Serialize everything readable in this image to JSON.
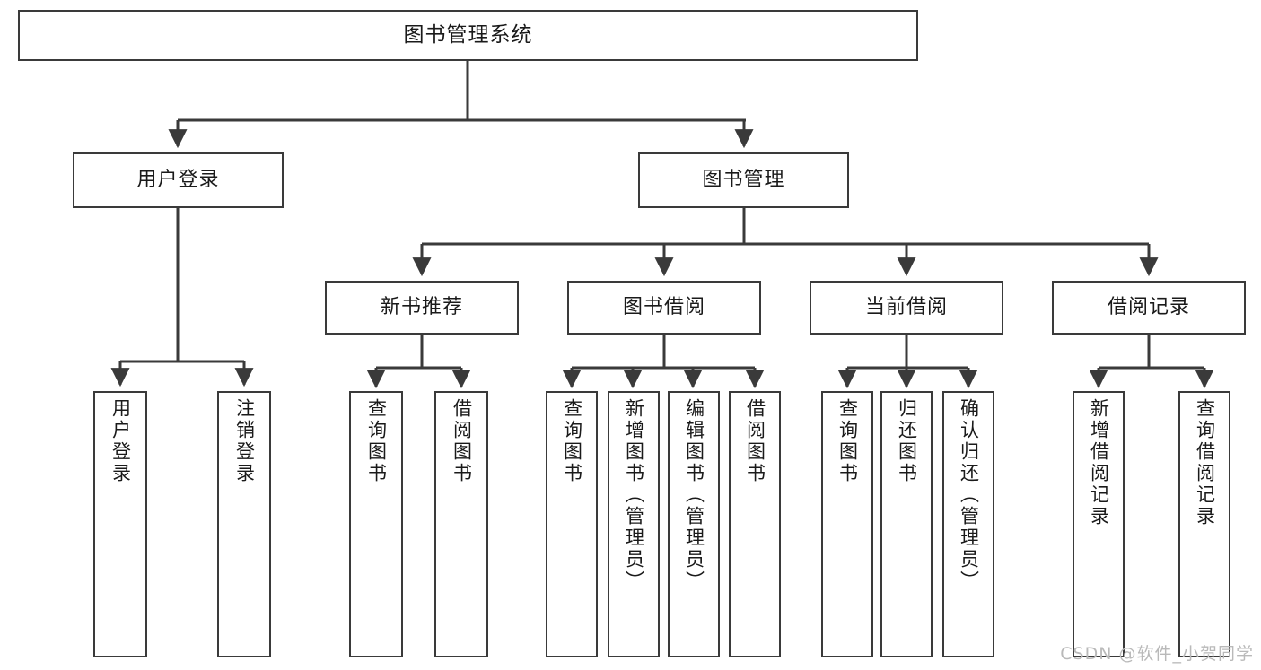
{
  "diagram": {
    "title": "图书管理系统",
    "type": "tree",
    "root": {
      "label": "图书管理系统"
    },
    "level2": [
      {
        "label": "用户登录"
      },
      {
        "label": "图书管理"
      }
    ],
    "level3": [
      {
        "label": "新书推荐"
      },
      {
        "label": "图书借阅"
      },
      {
        "label": "当前借阅"
      },
      {
        "label": "借阅记录"
      }
    ],
    "leaves": [
      {
        "label": "用户登录",
        "parent": "用户登录"
      },
      {
        "label": "注销登录",
        "parent": "用户登录"
      },
      {
        "label": "查询图书",
        "parent": "新书推荐"
      },
      {
        "label": "借阅图书",
        "parent": "新书推荐"
      },
      {
        "label": "查询图书",
        "parent": "图书借阅"
      },
      {
        "label": "新增图书（管理员）",
        "parent": "图书借阅"
      },
      {
        "label": "编辑图书（管理员）",
        "parent": "图书借阅"
      },
      {
        "label": "借阅图书",
        "parent": "图书借阅"
      },
      {
        "label": "查询图书",
        "parent": "当前借阅"
      },
      {
        "label": "归还图书",
        "parent": "当前借阅"
      },
      {
        "label": "确认归还（管理员）",
        "parent": "当前借阅"
      },
      {
        "label": "新增借阅记录",
        "parent": "借阅记录"
      },
      {
        "label": "查询借阅记录",
        "parent": "借阅记录"
      }
    ],
    "watermark": "CSDN @软件_小贺同学",
    "colors": {
      "stroke": "#3a3a3a",
      "fill": "#ffffff",
      "text": "#1a1a1a",
      "watermark": "#b9b9b9"
    }
  }
}
